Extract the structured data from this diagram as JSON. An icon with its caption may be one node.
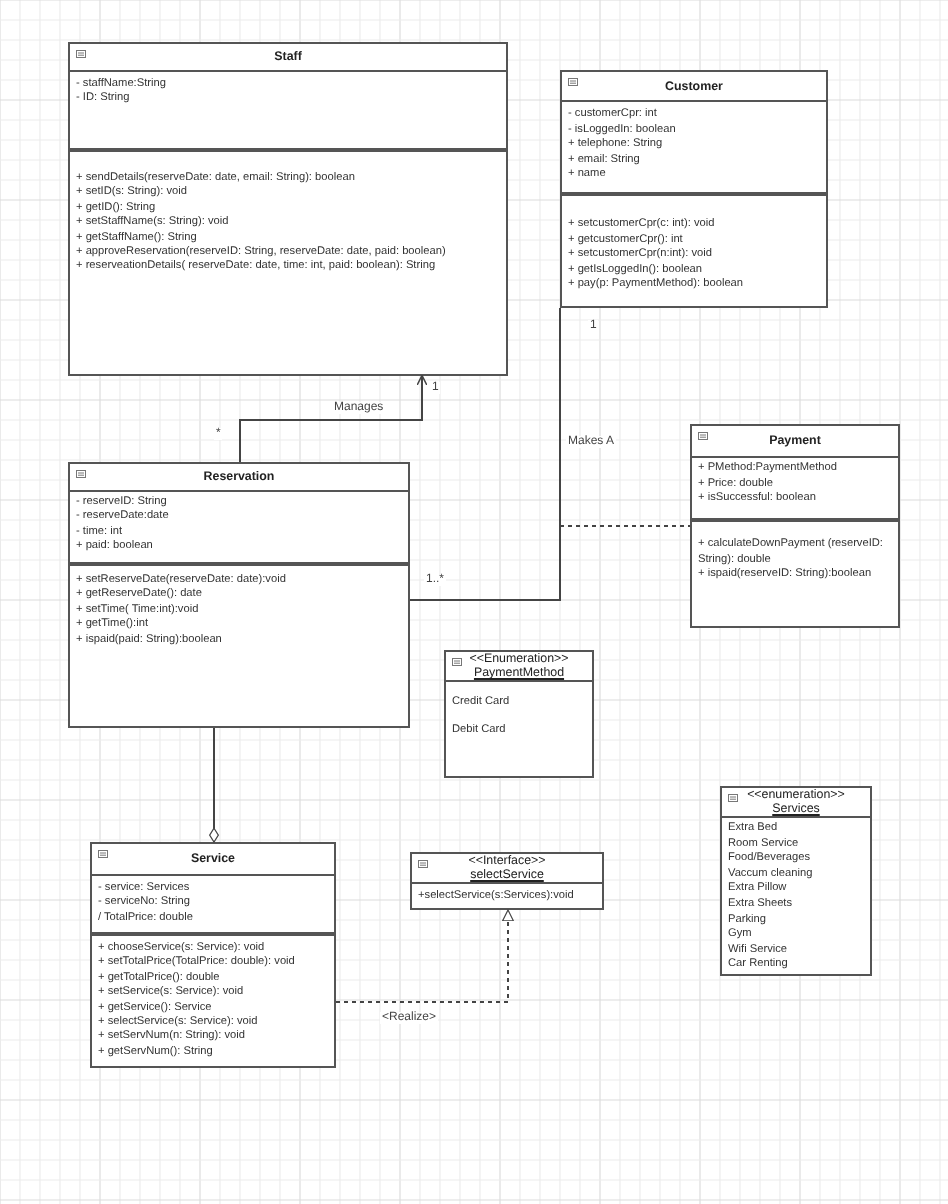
{
  "diagram": {
    "nodes": [
      {
        "text": [
          "Staff"
        ]
      },
      {
        "text": [
          "- staffName:String",
          "- ID: String"
        ],
        "in": 0
      },
      {
        "text": [
          "+ sendDetails(reserveDate: date, email: String): boolean",
          "+ setID(s: String): void",
          "+ getID(): String",
          "+ setStaffName(s: String): void",
          "+ getStaffName(): String",
          "+ approveReservation(reserveID: String, reserveDate: date, paid: boolean)",
          "+ reserveationDetails( reserveDate: date, time: int, paid: boolean): String"
        ],
        "in": 0
      },
      {
        "text": [
          "Customer"
        ]
      },
      {
        "text": [
          "- customerCpr: int",
          "- isLoggedIn: boolean",
          "+ telephone: String",
          "+ email: String",
          "+ name"
        ],
        "in": 3
      },
      {
        "text": [
          "+ setcustomerCpr(c: int): void",
          "+ getcustomerCpr(): int",
          "+ setcustomerCpr(n:int): void",
          "+ getIsLoggedIn(): boolean",
          "+ pay(p: PaymentMethod): boolean"
        ],
        "in": 3
      },
      {
        "text": [
          "Reservation"
        ]
      },
      {
        "text": [
          "- reserveID: String",
          "- reserveDate:date",
          "- time: int",
          "+ paid: boolean"
        ],
        "in": 6
      },
      {
        "text": [
          "+ setReserveDate(reserveDate: date):void",
          "+ getReserveDate(): date",
          "+ setTime( Time:int):void",
          "+ getTime():int",
          "+ ispaid(paid: String):boolean"
        ],
        "in": 6
      },
      {
        "text": [
          "Payment"
        ]
      },
      {
        "text": [
          "+ PMethod:PaymentMethod",
          "+ Price: double",
          "+ isSuccessful: boolean"
        ],
        "in": 9
      },
      {
        "text": [
          "+ calculateDownPayment (reserveID: String): double",
          "+ ispaid(reserveID: String):boolean"
        ],
        "in": 9
      },
      {
        "text": [
          "<<Enumeration>>",
          "PaymentMethod"
        ]
      },
      {
        "text": [
          "Credit Card",
          "Debit Card"
        ],
        "in": 12
      },
      {
        "text": [
          "Service"
        ]
      },
      {
        "text": [
          "- service: Services",
          "- serviceNo: String",
          "/ TotalPrice: double"
        ],
        "in": 14
      },
      {
        "text": [
          "+ chooseService(s: Service): void",
          "+ setTotalPrice(TotalPrice: double): void",
          "+ getTotalPrice(): double",
          "+ setService(s: Service): void",
          "+ getService(): Service",
          "+ selectService(s: Service): void",
          "+ setServNum(n: String): void",
          "+ getServNum(): String"
        ],
        "in": 14
      },
      {
        "text": [
          "<<Interface>>",
          "selectService"
        ]
      },
      {
        "text": [
          "+selectService(s:Services):void"
        ],
        "in": 17
      },
      {
        "text": [
          "<<enumeration>>",
          "Services"
        ]
      },
      {
        "text": [
          "Extra Bed",
          "Room Service",
          "Food/Beverages",
          "Vaccum cleaning",
          "Extra Pillow",
          "Extra Sheets",
          "Parking",
          "Gym",
          "Wifi Service",
          "Car Renting"
        ],
        "in": 19
      }
    ],
    "edges": [
      {
        "from": 6,
        "to": 0,
        "arrow": "to",
        "label": "Manages"
      },
      {
        "from": 3,
        "to": 6,
        "arrow": "none",
        "label": "Makes A"
      },
      {
        "from": null,
        "to": 9,
        "arrow": "none",
        "style": "dashed"
      },
      {
        "from": 6,
        "to": 14,
        "arrow": "other"
      },
      {
        "from": 14,
        "to": 17,
        "arrow": "to",
        "style": "dashed",
        "label": "<Realize>"
      }
    ],
    "labels": [
      "1",
      "*",
      "1",
      "1..*"
    ]
  }
}
